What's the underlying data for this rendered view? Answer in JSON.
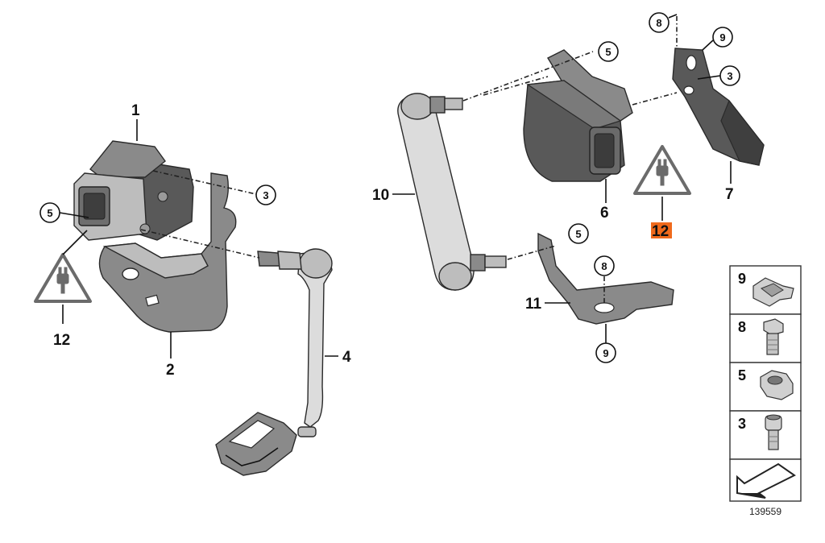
{
  "diagram": {
    "ref_number": "139559",
    "highlight_color": "#f06a1c",
    "callouts": {
      "c1": "1",
      "c2": "2",
      "c3": "3",
      "c4": "4",
      "c5": "5",
      "c6": "6",
      "c7": "7",
      "c8": "8",
      "c9": "9",
      "c10": "10",
      "c11": "11",
      "c12": "12"
    },
    "legend": [
      {
        "label": "9",
        "icon": "clip-nut-icon"
      },
      {
        "label": "8",
        "icon": "hex-bolt-icon"
      },
      {
        "label": "5",
        "icon": "hex-nut-icon"
      },
      {
        "label": "3",
        "icon": "socket-screw-icon"
      },
      {
        "label": "",
        "icon": "arrow-direction-icon"
      }
    ]
  }
}
